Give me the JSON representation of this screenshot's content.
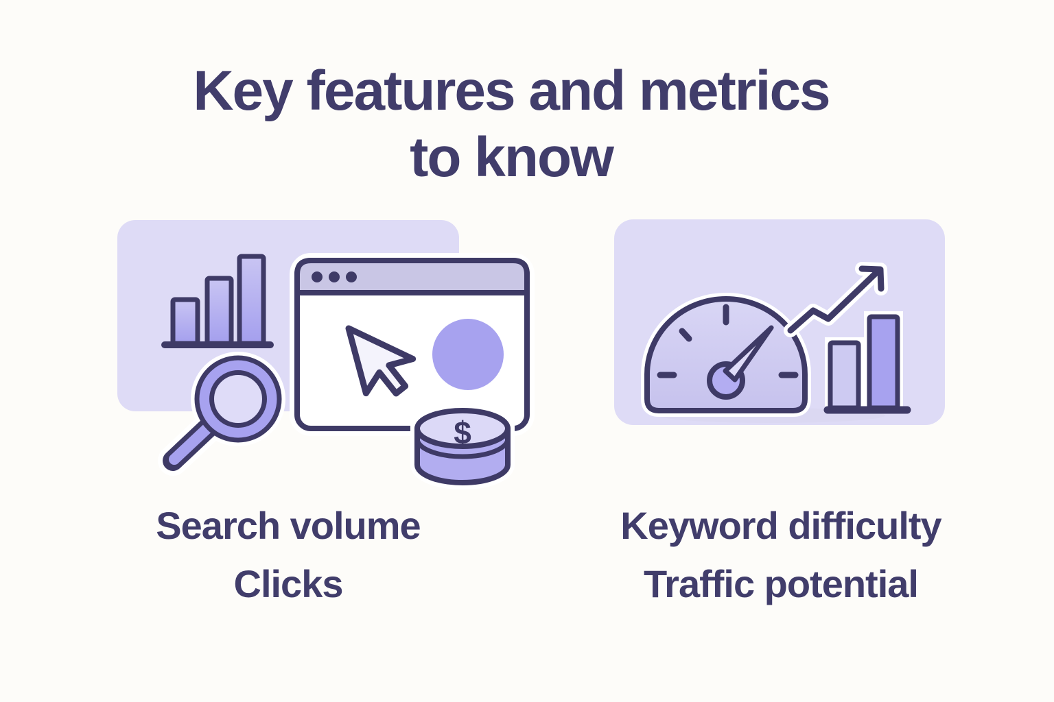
{
  "title": {
    "line1": "Key features and metrics",
    "line2": "to know"
  },
  "left_card": {
    "caption1": "Search volume",
    "caption2": "Clicks",
    "coin_symbol": "$",
    "icons": [
      "bar-chart-icon",
      "magnifier-icon",
      "browser-window-icon",
      "cursor-icon",
      "highlight-circle",
      "dollar-coins-icon"
    ]
  },
  "right_card": {
    "caption1": "Keyword difficulty",
    "caption2": "Traffic potential",
    "icons": [
      "speedometer-icon",
      "growth-arrow-icon",
      "bar-chart-icon"
    ]
  },
  "colors": {
    "bg": "#fdfcf9",
    "ink": "#3e3a66",
    "text": "#413d6b",
    "panel": "#dedbf6",
    "medium": "#a7a2ef",
    "light": "#cdcaf2",
    "lighter": "#dfdcf8",
    "winbar": "#c9c6e5",
    "cursor": "#f4f3fc",
    "coin_top": "#dcd9f7",
    "coin_side": "#b2adf0",
    "hub": "#b3adf2",
    "shadow": "#d9d6ee",
    "grad_hi": "#c9c5f3",
    "grad_lo": "#a49fee",
    "gauge_hi": "#d9d6f5",
    "gauge_lo": "#c6c2ed"
  }
}
